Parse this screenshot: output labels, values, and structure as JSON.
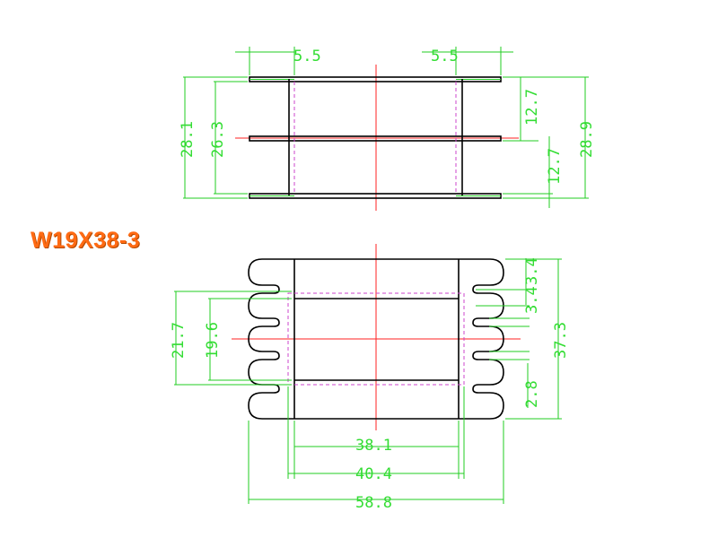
{
  "part_label": "W19X38-3",
  "top_view": {
    "flange_left": "5.5",
    "flange_right": "5.5",
    "overall_height_left": "28.1",
    "inner_height_left": "26.3",
    "upper_right": "12.7",
    "lower_right": "12.7",
    "overall_height_right": "28.9"
  },
  "front_view": {
    "height_outer_left": "21.7",
    "height_inner_left": "19.6",
    "pin_pitch": "3.4",
    "total_height": "37.3",
    "bottom_gap": "2.8",
    "width_inner": "38.1",
    "width_window": "40.4",
    "width_overall": "58.8"
  }
}
